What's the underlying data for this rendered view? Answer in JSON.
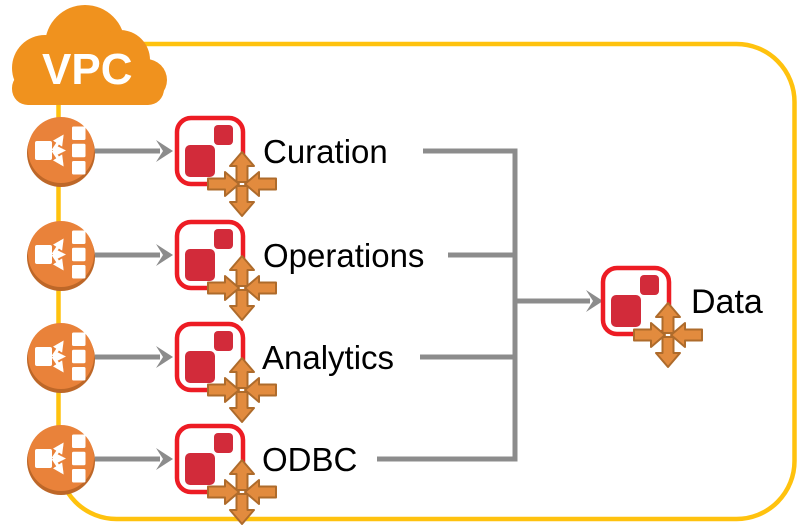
{
  "diagram": {
    "vpc_label": "VPC",
    "rows": [
      {
        "id": "curation",
        "label": "Curation",
        "source_icon": "elastic-load-balancer",
        "node_icon": "red-service-box",
        "overlay_icon": "auto-scaling-arrows"
      },
      {
        "id": "operations",
        "label": "Operations",
        "source_icon": "elastic-load-balancer",
        "node_icon": "red-service-box",
        "overlay_icon": "auto-scaling-arrows"
      },
      {
        "id": "analytics",
        "label": "Analytics",
        "source_icon": "elastic-load-balancer",
        "node_icon": "red-service-box",
        "overlay_icon": "auto-scaling-arrows"
      },
      {
        "id": "odbc",
        "label": "ODBC",
        "source_icon": "elastic-load-balancer",
        "node_icon": "red-service-box",
        "overlay_icon": "auto-scaling-arrows"
      }
    ],
    "target": {
      "id": "data",
      "label": "Data",
      "node_icon": "red-service-box",
      "overlay_icon": "auto-scaling-arrows"
    },
    "edges": [
      {
        "from": "curation",
        "to": "data"
      },
      {
        "from": "operations",
        "to": "data"
      },
      {
        "from": "analytics",
        "to": "data"
      },
      {
        "from": "odbc",
        "to": "data"
      }
    ],
    "colors": {
      "cloud_orange": "#F0921E",
      "circle_orange": "#E9823A",
      "circle_shadow": "#BD6728",
      "border_yellow": "#FFC20E",
      "service_border_red": "#ED1C24",
      "service_fill_red": "#D22B3A",
      "connector_gray": "#8C8C8C",
      "scale_arrow_fill": "#E28B3E",
      "scale_arrow_stroke": "#AE6B2B",
      "label_text": "#000000",
      "vpc_text": "#FFFFFF"
    }
  }
}
